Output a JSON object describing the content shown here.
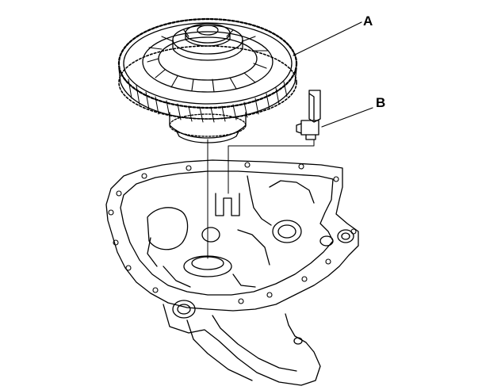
{
  "callouts": [
    {
      "letter": "A",
      "part": "final-driven-gear"
    },
    {
      "letter": "B",
      "part": "speed-sensor"
    }
  ],
  "colors": {
    "line": "#000000",
    "background": "#ffffff"
  }
}
